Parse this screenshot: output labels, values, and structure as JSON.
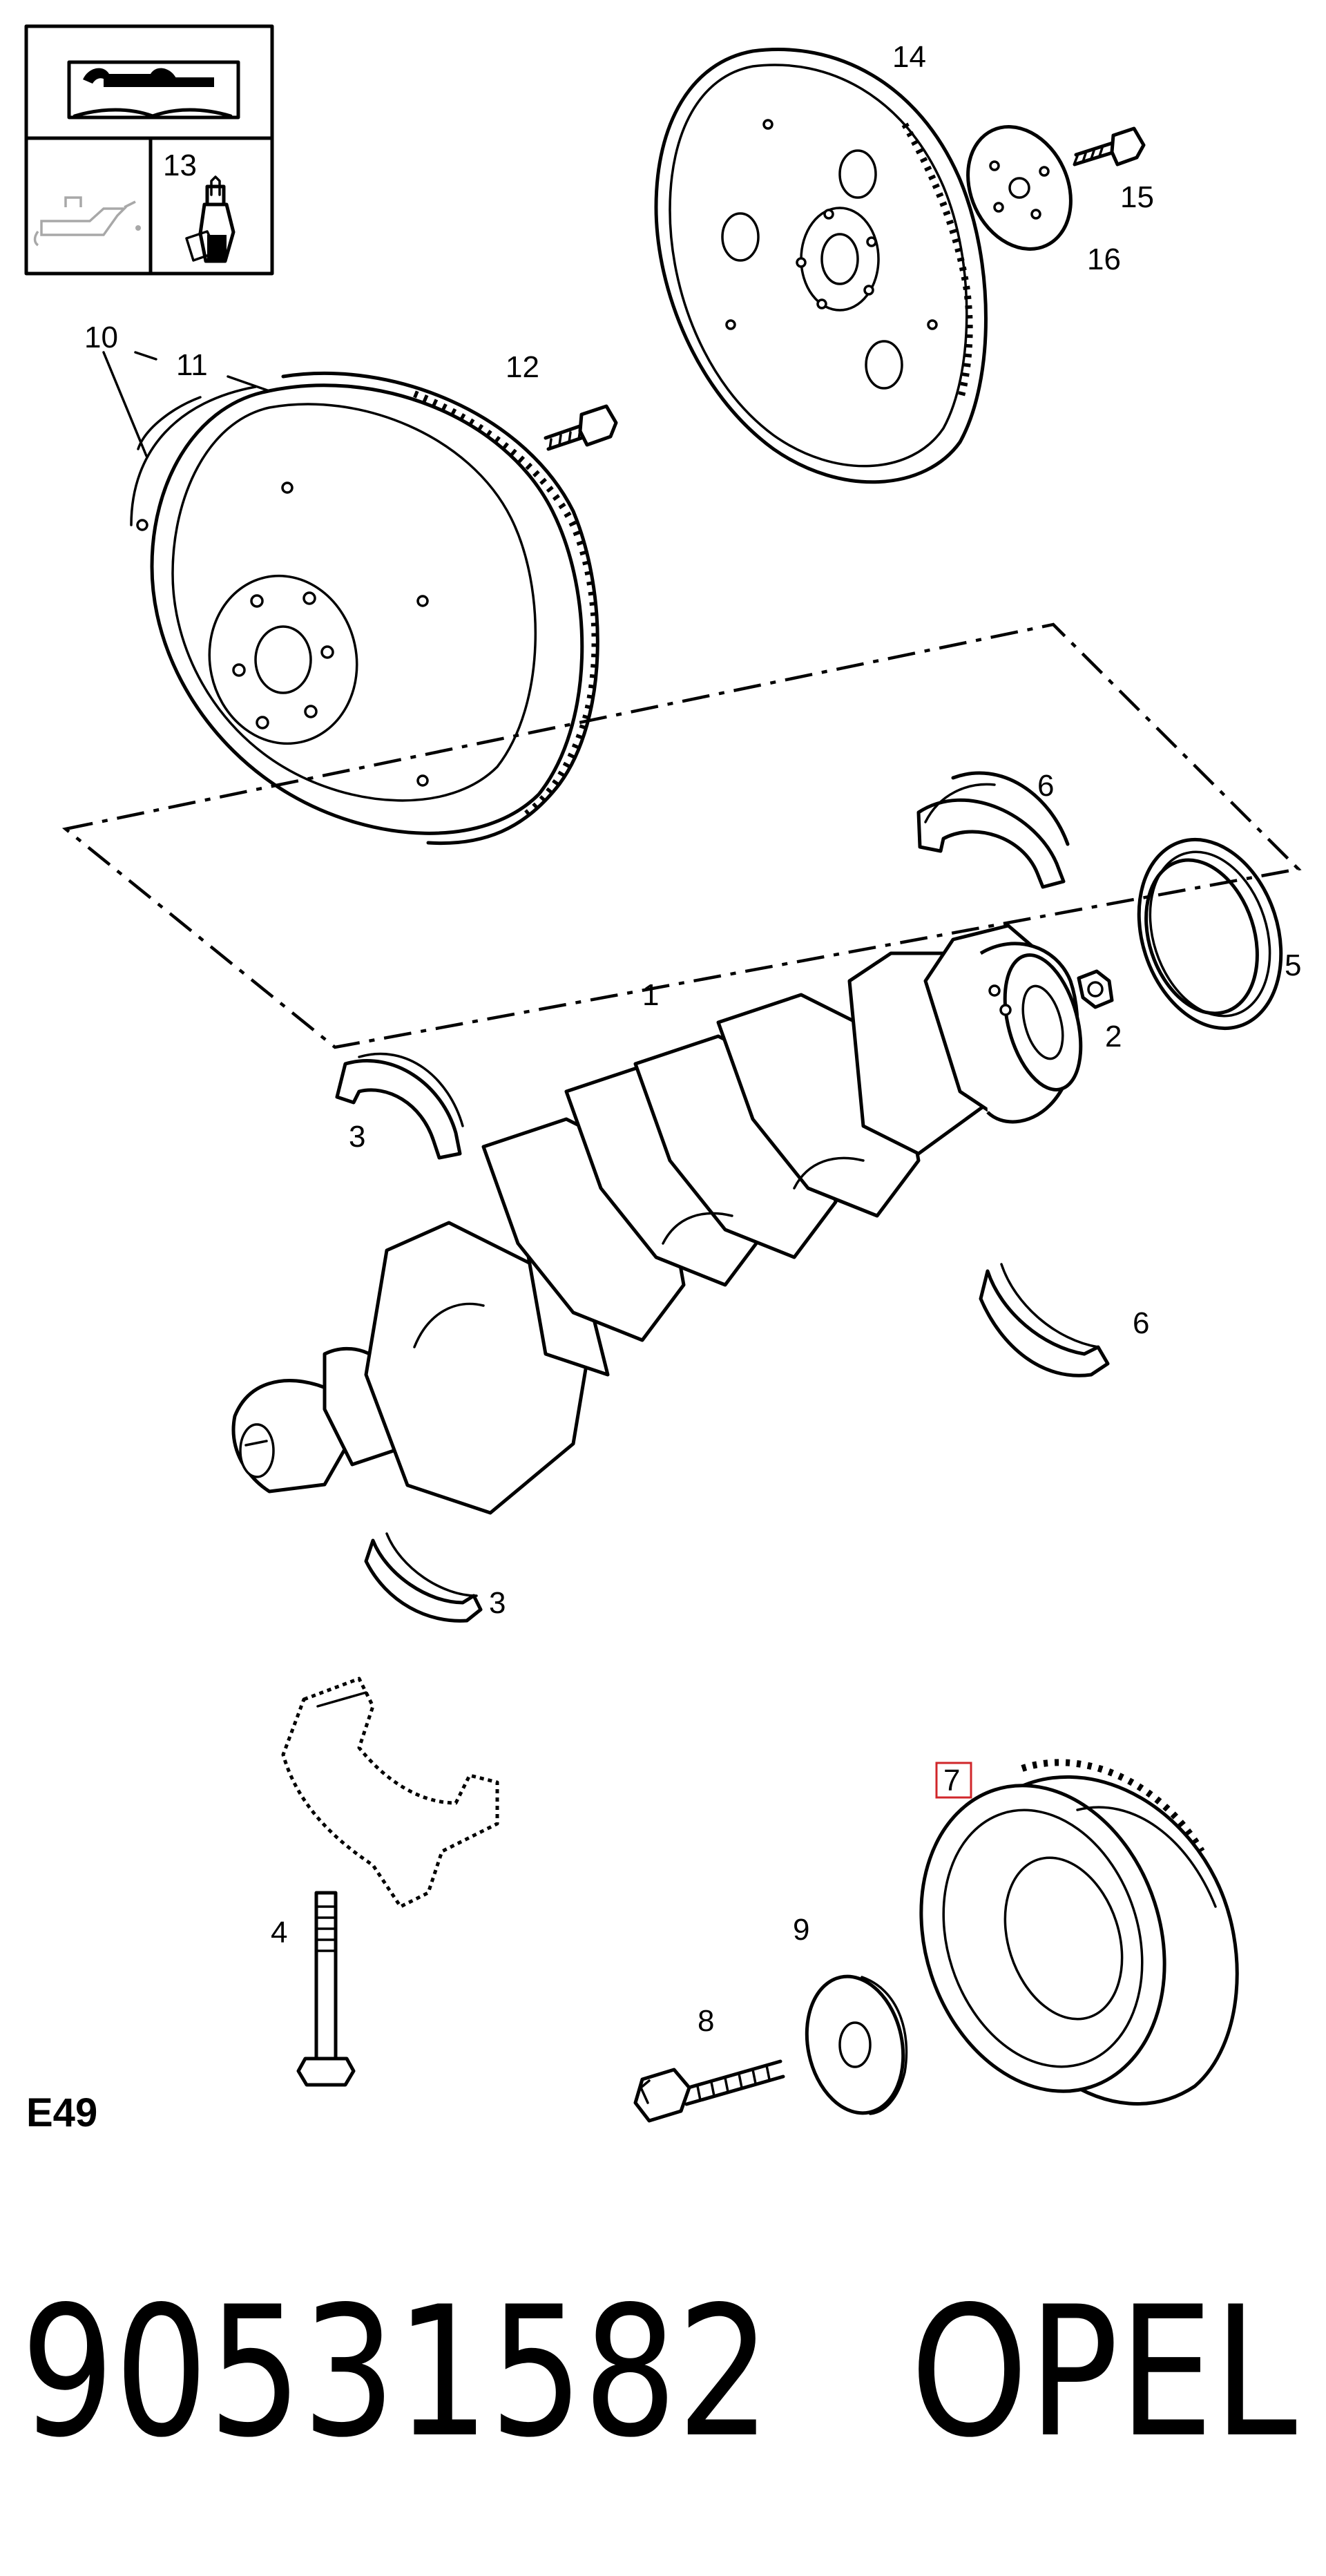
{
  "symbols": {
    "manual_icon": "wrench-book-icon",
    "oil_can_icon": "oil-can-icon",
    "lubricant_icon": "lubricant-bottle-icon",
    "lubricant_ref": "13"
  },
  "callouts": {
    "p1": "1",
    "p2": "2",
    "p3a": "3",
    "p3b": "3",
    "p4": "4",
    "p5": "5",
    "p6a": "6",
    "p6b": "6",
    "p7": "7",
    "p8": "8",
    "p9": "9",
    "p10": "10",
    "p11": "11",
    "p12": "12",
    "p14": "14",
    "p15": "15",
    "p16": "16"
  },
  "highlight_color": "#d0262a",
  "diagram_code": "E49",
  "part_number": "90531582",
  "brand": "OPEL"
}
